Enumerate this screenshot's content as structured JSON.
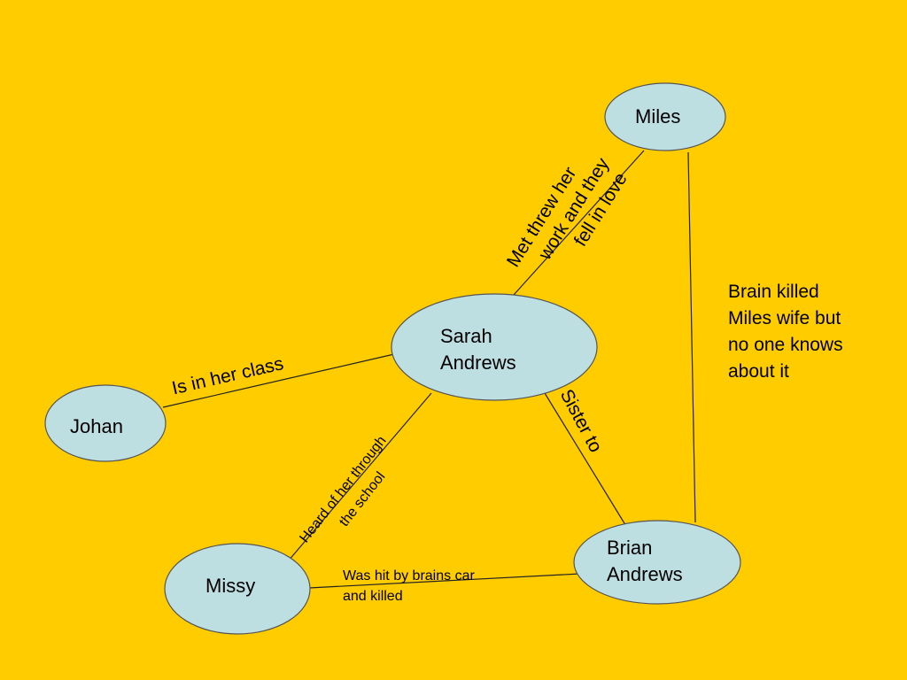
{
  "colors": {
    "background": "#FFCC00",
    "node_fill": "#BEDFE2",
    "node_stroke": "#555555",
    "edge_stroke": "#222222"
  },
  "nodes": {
    "miles": {
      "label": "Miles"
    },
    "sarah": {
      "label_line1": "Sarah",
      "label_line2": "Andrews"
    },
    "johan": {
      "label": "Johan"
    },
    "missy": {
      "label": "Missy"
    },
    "brian": {
      "label_line1": "Brian",
      "label_line2": "Andrews"
    }
  },
  "edges": {
    "sarah_miles": {
      "label_line1": "Met threw her",
      "label_line2": "work and they",
      "label_line3": "fell in love"
    },
    "sarah_johan": {
      "label": "Is in her class"
    },
    "sarah_missy": {
      "label_line1": "Heard of her through",
      "label_line2": "the school"
    },
    "sarah_brian": {
      "label": "Sister to"
    },
    "missy_brian": {
      "label_line1": "Was hit by brains car",
      "label_line2": "and killed"
    },
    "miles_brian": {
      "label_line1": "Brain killed",
      "label_line2": "Miles wife but",
      "label_line3": "no one knows",
      "label_line4": "about it"
    }
  }
}
